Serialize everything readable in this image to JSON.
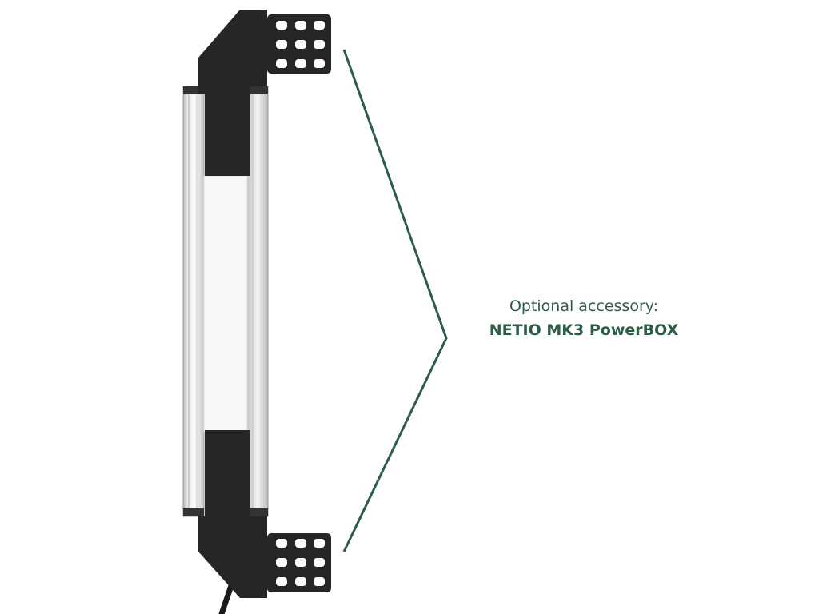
{
  "caption": {
    "line1": "Optional accessory:",
    "line2": "NETIO MK3 PowerBOX"
  },
  "colors": {
    "accent_green": "#2d5e45",
    "bracket_black": "#262626",
    "rail_silver": "#d9d9d9",
    "background": "#ffffff"
  },
  "icons": {
    "bracket_holes": "rounded-rectangle-holes",
    "callout": "chevron-bracket-line"
  }
}
